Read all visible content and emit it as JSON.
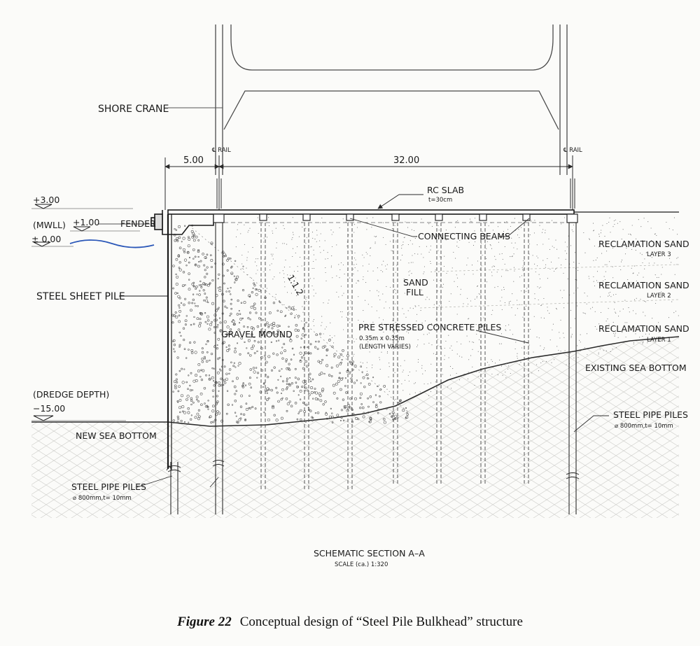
{
  "labels": {
    "shore_crane": "SHORE CRANE",
    "rail_left": "℄ RAIL",
    "rail_right": "℄ RAIL",
    "dim_left": "5.00",
    "dim_span": "32.00",
    "rc_slab": "RC SLAB",
    "rc_slab_note": "t=30cm",
    "level_plus3": "+3.00",
    "level_mwll": "(MWLL)",
    "level_plus1": "+1.00",
    "fender": "FENDER",
    "level_zero": "± 0.00",
    "connecting_beams": "CONNECTING BEAMS",
    "recl_sand_3": "RECLAMATION SAND",
    "layer_3": "LAYER 3",
    "recl_sand_2": "RECLAMATION SAND",
    "layer_2": "LAYER 2",
    "recl_sand_1": "RECLAMATION SAND",
    "layer_1": "LAYER 1",
    "steel_sheet_pile": "STEEL SHEET PILE",
    "slope": "1:1.2",
    "sand_fill_1": "SAND",
    "sand_fill_2": "FILL",
    "gravel_mound": "GRAVEL MOUND",
    "prestressed_piles": "PRE STRESSED CONCRETE PILES",
    "prestressed_size": "0.35m x 0.35m",
    "prestressed_length": "(LENGTH VARIES)",
    "existing_sea_bottom": "EXISTING SEA BOTTOM",
    "dredge_depth": "(DREDGE DEPTH)",
    "level_minus15": "−15.00",
    "new_sea_bottom": "NEW SEA BOTTOM",
    "steel_pipe_piles_right": "STEEL PIPE PILES",
    "pipe_spec_right": "⌀ 800mm,t= 10mm",
    "steel_pipe_piles_left": "STEEL PIPE PILES",
    "pipe_spec_left": "⌀ 800mm,t= 10mm",
    "section_title": "SCHEMATIC SECTION A–A",
    "section_scale": "SCALE (ca.) 1:320"
  },
  "caption": {
    "figure": "Figure 22",
    "text": "Conceptual design of  “Steel  Pile Bulkhead” structure"
  },
  "colors": {
    "line": "#2a2a2a",
    "water": "#2b57b8",
    "background": "#fbfbf9",
    "seabed_fill": "#ecece8"
  }
}
